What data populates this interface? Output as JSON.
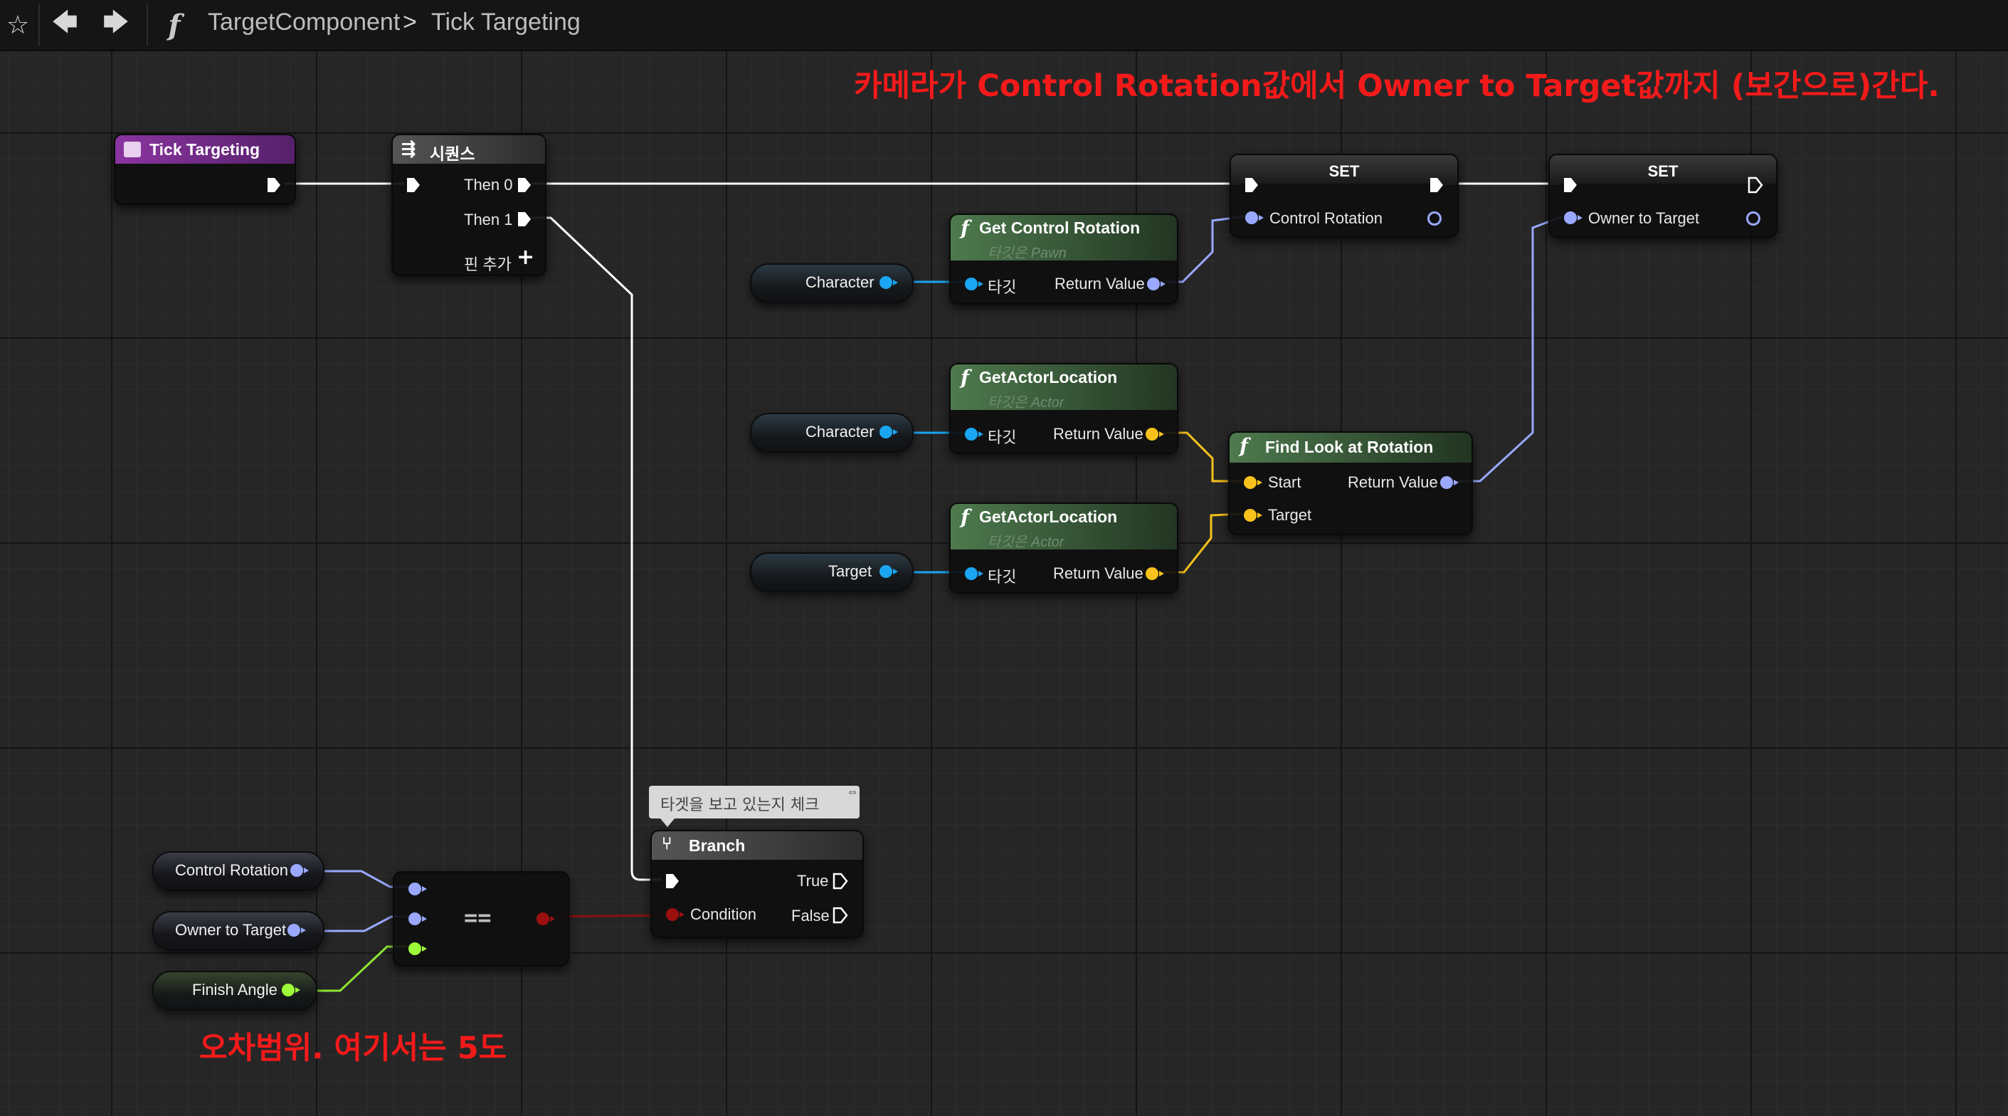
{
  "toolbar": {
    "star_icon": "star-icon",
    "back_icon": "arrow-left-icon",
    "forward_icon": "arrow-right-icon",
    "function_icon": "function-f-icon",
    "breadcrumb": {
      "root": "TargetComponent",
      "separator": ">",
      "current": "Tick Targeting"
    }
  },
  "annotations": {
    "top": "카메라가 Control Rotation값에서 Owner to Target값까지 (보간으로)간다.",
    "bottom": "오차범위. 여기서는 5도"
  },
  "nodes": {
    "event": {
      "title": "Tick Targeting",
      "header_color": "#7a2a8e"
    },
    "sequence": {
      "title": "시퀀스",
      "then0": "Then 0",
      "then1": "Then 1",
      "add_pin": "핀 추가"
    },
    "set_control_rotation": {
      "title": "SET",
      "pin": "Control Rotation"
    },
    "set_owner_to_target": {
      "title": "SET",
      "pin": "Owner to Target"
    },
    "get_control_rotation": {
      "title": "Get Control Rotation",
      "subtitle": "타깃은 Pawn",
      "in_pin": "타깃",
      "out_pin": "Return Value"
    },
    "get_actor_location_1": {
      "title": "GetActorLocation",
      "subtitle": "타깃은 Actor",
      "in_pin": "타깃",
      "out_pin": "Return Value"
    },
    "get_actor_location_2": {
      "title": "GetActorLocation",
      "subtitle": "타깃은 Actor",
      "in_pin": "타깃",
      "out_pin": "Return Value"
    },
    "find_look_at": {
      "title": "Find Look at Rotation",
      "start": "Start",
      "target": "Target",
      "out_pin": "Return Value"
    },
    "equal": {
      "symbol": "=="
    },
    "branch": {
      "title": "Branch",
      "comment": "타겟을 보고 있는지 체크",
      "condition": "Condition",
      "true": "True",
      "false": "False"
    }
  },
  "variables": {
    "character_1": "Character",
    "character_2": "Character",
    "target": "Target",
    "control_rotation": "Control Rotation",
    "owner_to_target": "Owner to Target",
    "finish_angle": "Finish Angle"
  },
  "colors": {
    "exec": "#ffffff",
    "object": "#1aa6f2",
    "rotator": "#9aa9ff",
    "vector": "#f7c21b",
    "bool": "#9b0f0f",
    "float": "#9cfc38",
    "annotation": "#f41a1a",
    "function_header": "#3f6b3f"
  }
}
